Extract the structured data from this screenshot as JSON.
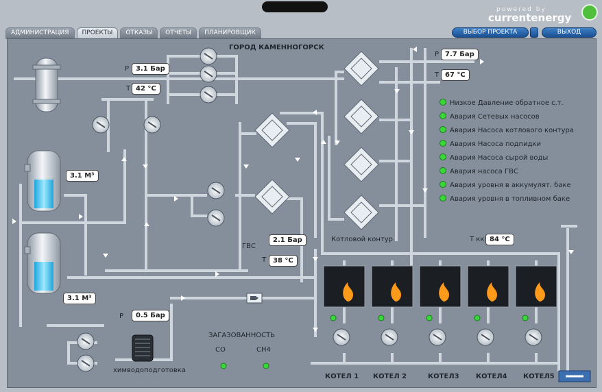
{
  "header": {
    "caption": "",
    "brand_small": "powered by",
    "brand": "currentenergy",
    "tabs": [
      "АДМИНИСТРАЦИЯ",
      "ПРОЕКТЫ",
      "ОТКАЗЫ",
      "ОТЧЕТЫ",
      "ПЛАНИРОВЩИК"
    ],
    "active_tab": 1,
    "btn_project": "ВЫБОР ПРОЕКТА",
    "btn_exit": "ВЫХОД"
  },
  "plant": {
    "title": "ГОРОД КАМЕННОГОРСК",
    "p_label": "P",
    "t_label": "T",
    "inlet_p": "3.1 Бар",
    "inlet_t": "42 °C",
    "out_p": "7.7 Бар",
    "out_t": "67 °C",
    "tank1": "3.1 M³",
    "tank2": "3.1 M³",
    "gvs": "ГВС",
    "gvs_p": "2.1 Бар",
    "gvs_t": "38 °C",
    "boiler_circuit": "Котловой контур",
    "tkk_label": "T кк",
    "tkk": "84 °C",
    "makeup_p": "0.5 Бар",
    "chem": "химводоподготовка",
    "gas_title": "ЗАГАЗОВАННОСТЬ",
    "co": "CO",
    "ch4": "CH4"
  },
  "alarms": [
    "Низкое Давление обратное с.т.",
    "Авария Сетевых насосов",
    "Авария Насоса котлового контура",
    "Авария Насоса подпидки",
    "Авария Насоса сырой воды",
    "Авария насоса ГВС",
    "Авария уровня в аккумулят. баке",
    "Авария уровня в топливном баке"
  ],
  "boilers": [
    "КОТЕЛ 1",
    "КОТЕЛ 2",
    "КОТЕЛ3",
    "КОТЕЛ4",
    "КОТЕЛ5"
  ],
  "colors": {
    "pipe": "#c9d0d7",
    "alarm_ok": "#38d838",
    "flame": "#ff9a1a",
    "water": "#3cc7f0"
  }
}
